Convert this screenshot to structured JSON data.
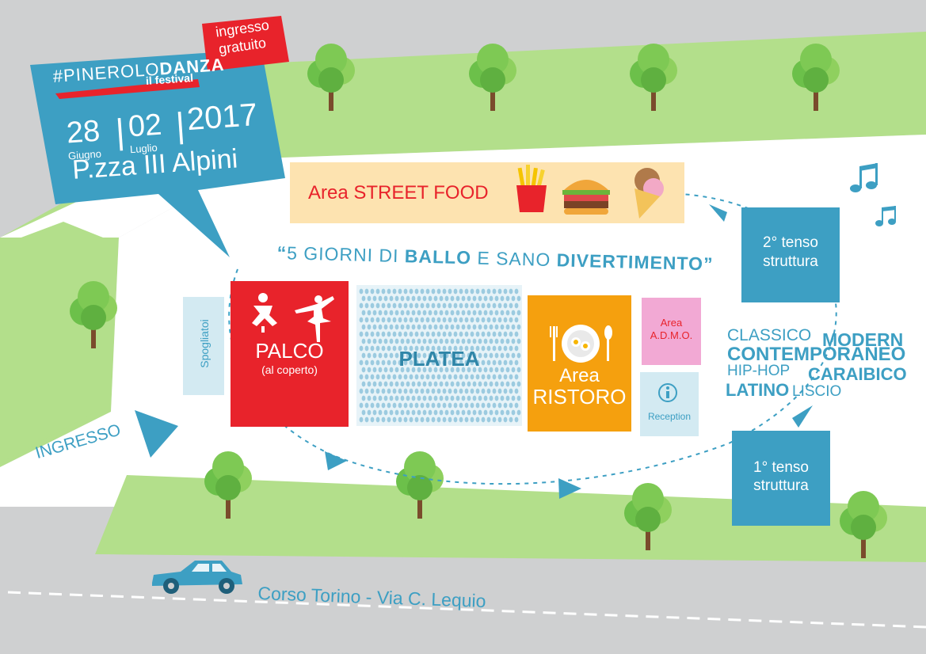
{
  "header": {
    "hashtag_prefix": "#PINEROLO",
    "hashtag_bold": "DANZA",
    "subtitle": "il festival",
    "free_entry": [
      "ingresso",
      "gratuito"
    ],
    "start_day": "28",
    "start_month": "Giugno",
    "end_day": "02",
    "end_month": "Luglio",
    "year": "2017",
    "location": "P.zza III Alpini"
  },
  "street_food": {
    "label": "Area STREET FOOD"
  },
  "slogan": {
    "open_quote": "“",
    "part1": "5 GIORNI DI ",
    "part2": "BALLO",
    "part3": " E SANO ",
    "part4": "DIVERTIMENTO",
    "close_quote": "”"
  },
  "areas": {
    "spogliatoi": "Spogliatoi",
    "palco": "PALCO",
    "palco_sub": "(al coperto)",
    "platea": "PLATEA",
    "ristoro_1": "Area",
    "ristoro_2": "RISTORO",
    "admo_1": "Area",
    "admo_2": "A.D.M.O.",
    "reception": "Reception",
    "tenso2_1": "2° tenso",
    "tenso2_2": "struttura",
    "tenso1_1": "1° tenso",
    "tenso1_2": "struttura"
  },
  "genres": [
    "CLASSICO",
    "MODERN",
    "CONTEMPORANEO",
    "HIP-HOP",
    "CARAIBICO",
    "LATINO",
    "LISCIO"
  ],
  "entrance": "INGRESSO",
  "street": "Corso Torino - Via C. Lequio",
  "colors": {
    "road": "#cfd0d1",
    "grass": "#b3df8b",
    "plaza": "#ffffff",
    "sky_blue": "#3d9fc3",
    "red": "#e8232b",
    "orange": "#f5a00e",
    "pink": "#f2a9d4",
    "pale_blue": "#d3eaf2",
    "street_food_bg": "#fde3b0"
  },
  "icons": [
    "tree-icon",
    "music-note-icon",
    "fries-icon",
    "burger-icon",
    "ice-cream-icon",
    "breakdancer-icon",
    "ballerina-icon",
    "plate-cutlery-icon",
    "info-icon",
    "car-icon",
    "arrow-icon"
  ]
}
